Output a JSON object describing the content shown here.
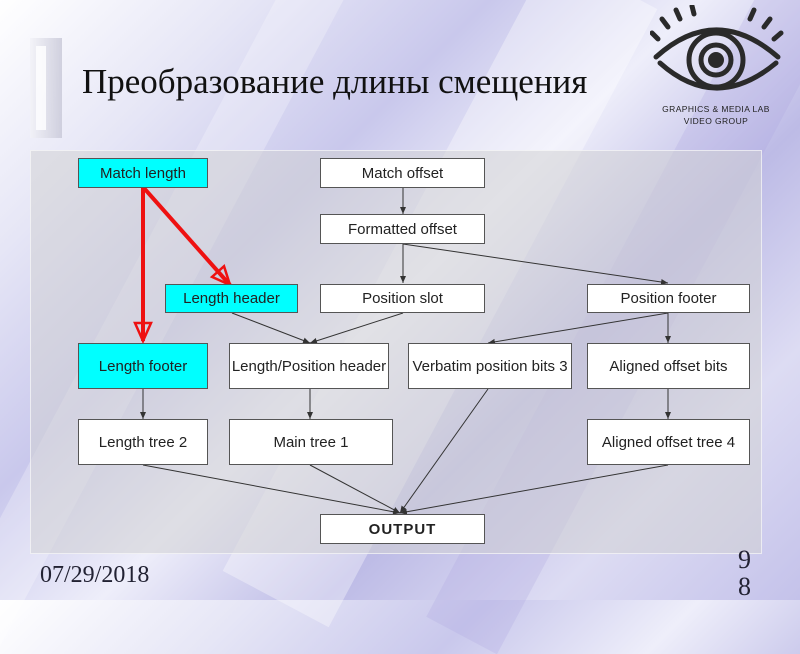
{
  "slide": {
    "title": "Преобразование длины смещения",
    "date": "07/29/2018",
    "page_number": "98"
  },
  "logo": {
    "line1": "GRAPHICS & MEDIA LAB",
    "line2": "VIDEO GROUP",
    "icon": "eye-logo-icon"
  },
  "diagram": {
    "match_length": "Match length",
    "match_offset": "Match offset",
    "formatted_offset": "Formatted offset",
    "length_header": "Length header",
    "position_slot": "Position slot",
    "position_footer": "Position footer",
    "length_footer": "Length footer",
    "length_position_header": "Length/Position header",
    "verbatim_position_bits": "Verbatim position bits 3",
    "aligned_offset_bits": "Aligned offset bits",
    "length_tree": "Length tree 2",
    "main_tree": "Main tree 1",
    "aligned_offset_tree": "Aligned offset tree 4",
    "output": "OUTPUT"
  },
  "colors": {
    "highlight_box": "#00ffff",
    "highlight_arrow": "#ee1111",
    "arrow": "#333333"
  }
}
